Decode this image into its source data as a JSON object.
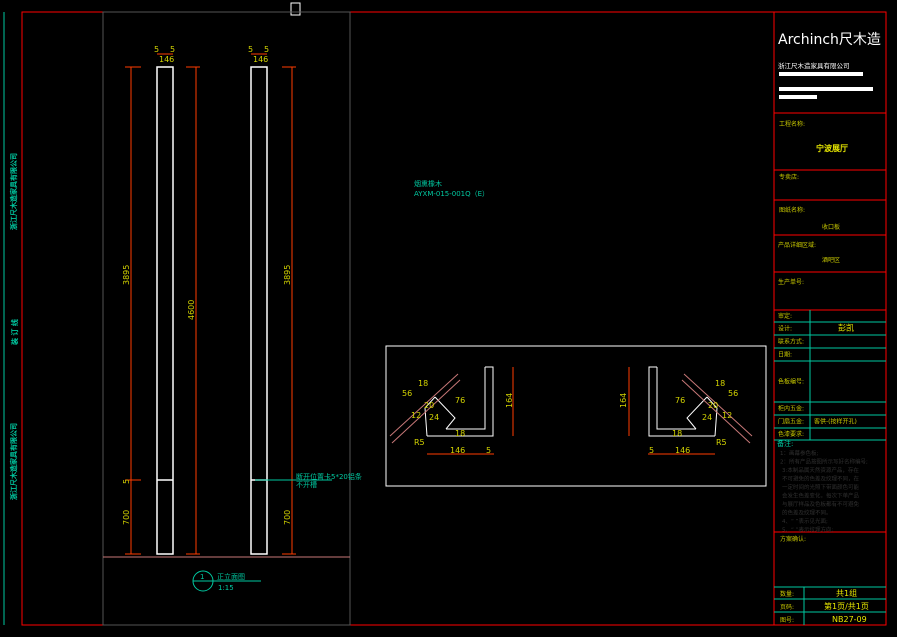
{
  "title_block": {
    "brand": "Archinch尺木造",
    "company": "浙江尺木造家具有限公司",
    "project_label": "工程名称:",
    "project_value": "宁波展厅",
    "store_label": "专卖店:",
    "drawing_label": "图纸名称:",
    "drawing_value": "收口板",
    "area_label": "产品详细区域:",
    "area_value": "酒吧区",
    "order_label": "生产单号:",
    "rows": [
      {
        "label": "审定:",
        "value": ""
      },
      {
        "label": "设计:",
        "value": "彭凯"
      },
      {
        "label": "联系方式:",
        "value": ""
      },
      {
        "label": "日期:",
        "value": ""
      },
      {
        "label": "色板编号:",
        "value": ""
      },
      {
        "label": "柜内五金:",
        "value": ""
      },
      {
        "label": "门扇五金:",
        "value": "客供-(按样开孔)"
      },
      {
        "label": "色漆要求:",
        "value": ""
      }
    ],
    "notes_title": "备注:",
    "notes": [
      "1：画幕参色板;",
      "2：所有产品按图所示写好名称编号;",
      "3:本制品属天然资源产品，存在",
      "不可避免的色差及纹理不同，在",
      "一定时间的光照下带面颜色可能",
      "会发生色差变化，每次下单产品",
      "与展厅样品及色板都有不可避免",
      "的色差及纹理不同。",
      "4、“  ”表示见光面;",
      "5、“  ”表示纹理方向;"
    ],
    "confirm_label": "方案确认:",
    "qty_label": "数量:",
    "qty_value": "共1组",
    "page_label": "页码:",
    "page_value": "第1页/共1页",
    "drawing_no_label": "图号:",
    "drawing_no_value": "NB27-09"
  },
  "side_text": {
    "top": "浙江尺木造家具有限公司",
    "middle": "装 订 线",
    "bottom": "浙江尺木造家具有限公司"
  },
  "elevation": {
    "title": "正立面图",
    "number": "1",
    "scale": "1:15",
    "dims": {
      "width": "146",
      "gap": "5",
      "upper": "3895",
      "total": "4600",
      "lower": "700",
      "joint": "5"
    },
    "note_line1": "断开位置卡5*20铝条",
    "note_line2": "不开槽"
  },
  "material": {
    "name": "烟熏橡木",
    "code": "AYXM-015-001Q（E）"
  },
  "section_dims": {
    "a": "56",
    "b": "18",
    "c": "76",
    "d": "20",
    "e": "24",
    "f": "12",
    "g": "R5",
    "h": "18",
    "i": "164",
    "j": "146",
    "k": "5"
  },
  "colors": {
    "frame": "#ff0000",
    "teal": "#00c8a0",
    "dim": "#ff3c00",
    "text": "#e6e600"
  }
}
